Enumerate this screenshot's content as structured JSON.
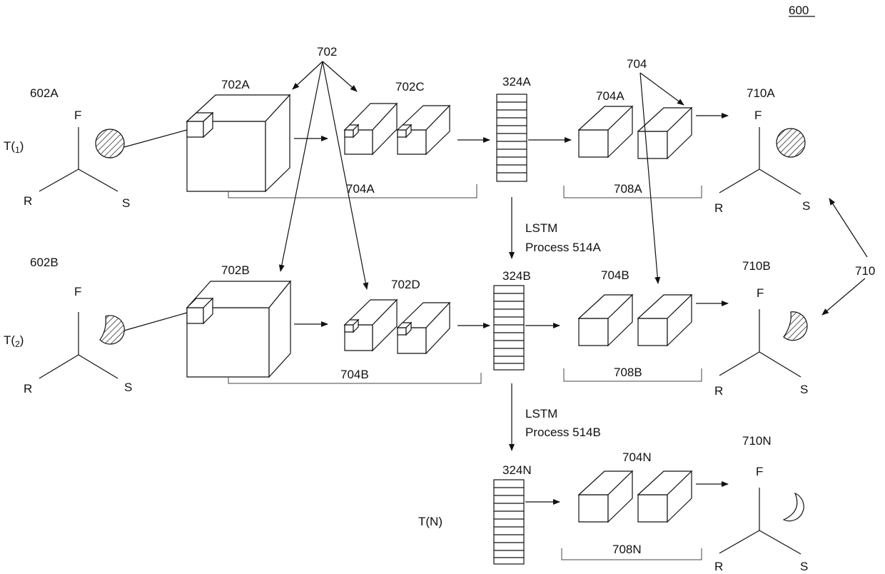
{
  "figure_number": "600",
  "rows": [
    {
      "time": "T(1)",
      "time_main": "T",
      "time_sub": "1",
      "input": "602A",
      "conv": "702A",
      "conv_small": "702C",
      "vector": "324A",
      "fc": "704A",
      "conv_bracket": "704A",
      "fc_bracket": "708A",
      "output": "710A"
    },
    {
      "time": "T(2)",
      "time_main": "T",
      "time_sub": "2",
      "input": "602B",
      "conv": "702B",
      "conv_small": "702D",
      "vector": "324B",
      "fc": "704B",
      "conv_bracket": "704B",
      "fc_bracket": "708B",
      "output": "710B"
    },
    {
      "time": "T(N)",
      "vector": "324N",
      "fc": "704N",
      "fc_bracket": "708N",
      "output": "710N"
    }
  ],
  "axis_labels": {
    "front": "F",
    "right": "R",
    "side": "S"
  },
  "group_labels": {
    "conv_group": "702",
    "fc_group": "704",
    "output_group": "710"
  },
  "lstm": [
    {
      "line1": "LSTM",
      "line2": "Process 514A"
    },
    {
      "line1": "LSTM",
      "line2": "Process 514B"
    }
  ]
}
